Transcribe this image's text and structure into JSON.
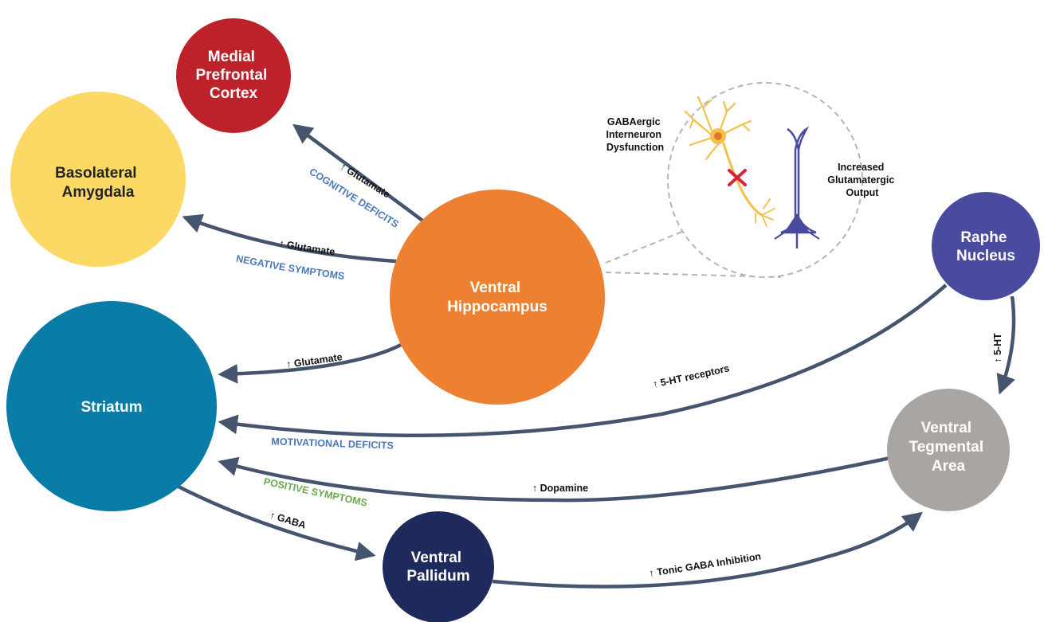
{
  "nodes": {
    "mpfc": {
      "label": [
        "Medial",
        "Prefrontal",
        "Cortex"
      ],
      "color": "#bd2129"
    },
    "bla": {
      "label": [
        "Basolateral",
        "Amygdala"
      ],
      "color": "#fcd865"
    },
    "vh": {
      "label": [
        "Ventral",
        "Hippocampus"
      ],
      "color": "#ed8031"
    },
    "striatum": {
      "label": [
        "Striatum"
      ],
      "color": "#0a7ca8"
    },
    "raphe": {
      "label": [
        "Raphe",
        "Nucleus"
      ],
      "color": "#4a4a9e"
    },
    "vta": {
      "label": [
        "Ventral",
        "Tegmental",
        "Area"
      ],
      "color": "#a9a5a2"
    },
    "vp": {
      "label": [
        "Ventral",
        "Pallidum"
      ],
      "color": "#1f2a5c"
    }
  },
  "edges": {
    "vh_mpfc": {
      "label": "↑ Glutamate",
      "symptom": "COGNITIVE DEFICITS"
    },
    "vh_bla": {
      "label": "↑ Glutamate",
      "symptom": "NEGATIVE SYMPTOMS"
    },
    "vh_striatum": {
      "label": "↑ Glutamate"
    },
    "raphe_striatum": {
      "label": "↑ 5-HT receptors",
      "symptom": "MOTIVATIONAL DEFICITS"
    },
    "raphe_vta": {
      "label": "↑ 5-HT"
    },
    "vta_striatum": {
      "label": "↑ Dopamine",
      "symptom": "POSITIVE SYMPTOMS"
    },
    "striatum_vp": {
      "label": "↑ GABA"
    },
    "vp_vta": {
      "label": "↑ Tonic GABA Inhibition"
    }
  },
  "inset": {
    "left_text": [
      "GABAergic",
      "Interneuron",
      "Dysfunction"
    ],
    "right_text": [
      "Increased",
      "Glutamatergic",
      "Output"
    ]
  },
  "colors": {
    "arrow": "#46556e",
    "symptom_blue": "#4a78b8",
    "symptom_green": "#6aa84f",
    "inset_border": "#b5b5b5",
    "interneuron": "#f3c14b",
    "pyramidal": "#4a4a9e",
    "dysfunction_mark": "#d0283a"
  }
}
